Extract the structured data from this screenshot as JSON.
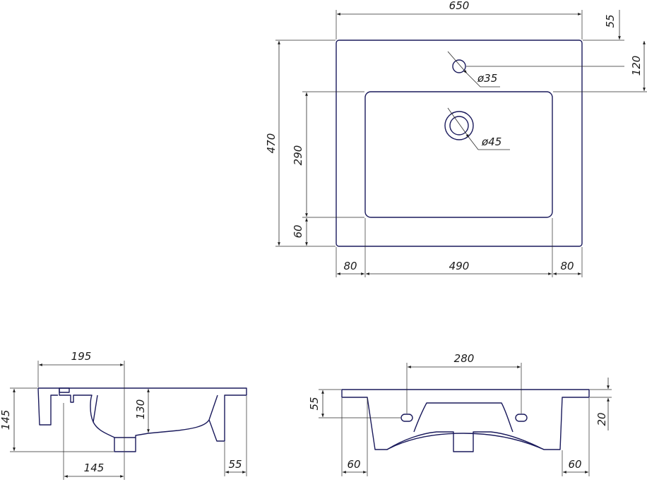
{
  "top_view": {
    "overall_width": "650",
    "overall_depth": "470",
    "back_edge_to_tap_hole": "55",
    "back_edge_to_bowl": "120",
    "tap_hole_diameter": "ø35",
    "drain_diameter": "ø45",
    "bowl_depth": "290",
    "front_rim": "60",
    "left_rim": "80",
    "bowl_width": "490",
    "right_rim": "80"
  },
  "side_view": {
    "back_to_drain": "195",
    "overall_height": "145",
    "bowl_height": "130",
    "drain_offset": "145",
    "front_leg": "55"
  },
  "front_view": {
    "overflow_spacing": "280",
    "overflow_height": "55",
    "rim_thickness": "20",
    "left_edge": "60",
    "right_edge": "60"
  }
}
